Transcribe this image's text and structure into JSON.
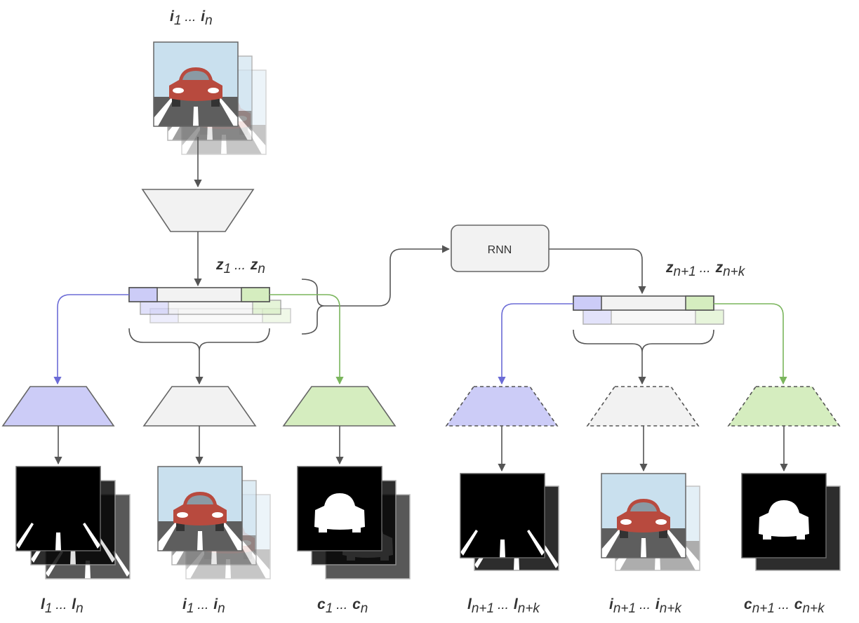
{
  "labels": {
    "input_top": {
      "var": "i",
      "first_sub": "1",
      "last_sub": "n",
      "ellipsis": "..."
    },
    "latent_z": {
      "var": "z",
      "first_sub": "1",
      "last_sub": "n",
      "ellipsis": "..."
    },
    "latent_future": {
      "var": "z",
      "first_sub": "n+1",
      "last_sub": "n+k",
      "ellipsis": "..."
    },
    "out_l": {
      "var": "l",
      "first_sub": "1",
      "last_sub": "n",
      "ellipsis": "..."
    },
    "out_i": {
      "var": "i",
      "first_sub": "1",
      "last_sub": "n",
      "ellipsis": "..."
    },
    "out_c": {
      "var": "c",
      "first_sub": "1",
      "last_sub": "n",
      "ellipsis": "..."
    },
    "pred_l": {
      "var": "l",
      "first_sub": "n+1",
      "last_sub": "n+k",
      "ellipsis": "..."
    },
    "pred_i": {
      "var": "i",
      "first_sub": "n+1",
      "last_sub": "n+k",
      "ellipsis": "..."
    },
    "pred_c": {
      "var": "c",
      "first_sub": "n+1",
      "last_sub": "n+k",
      "ellipsis": "..."
    }
  },
  "rnn_label": "RNN",
  "colors": {
    "lane_branch": "#6b6bd6",
    "lane_fill": "#ccccf7",
    "car_branch": "#7ab55c",
    "car_fill": "#d5edbf",
    "neutral_fill": "#f2f2f2",
    "arrow": "#555555"
  }
}
